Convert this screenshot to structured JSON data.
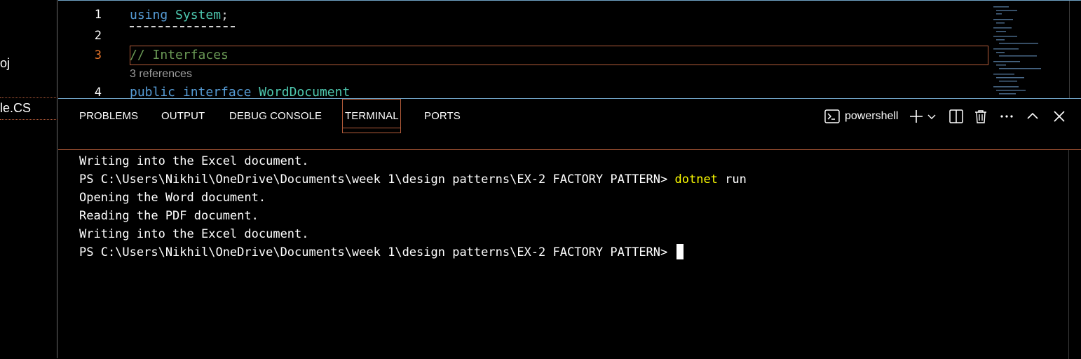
{
  "sidebar": {
    "items": [
      {
        "label": "oj"
      },
      {
        "label": "le.CS"
      }
    ]
  },
  "editor": {
    "line_numbers": [
      "1",
      "2",
      "3",
      "4"
    ],
    "line1": {
      "keyword": "using",
      "type": "System",
      "punct": ";"
    },
    "line3": {
      "comment": "// Interfaces"
    },
    "codelens": "3 references",
    "line4": {
      "kw1": "public",
      "kw2": "interface",
      "type": "WordDocument"
    }
  },
  "panel": {
    "tabs": [
      {
        "label": "PROBLEMS"
      },
      {
        "label": "OUTPUT"
      },
      {
        "label": "DEBUG CONSOLE"
      },
      {
        "label": "TERMINAL"
      },
      {
        "label": "PORTS"
      }
    ],
    "active_tab": "TERMINAL",
    "shell_name": "powershell",
    "toolbar": {
      "shell_icon": "terminal-powershell-icon",
      "add_icon": "plus-icon",
      "dropdown_icon": "chevron-down-icon",
      "split_icon": "split-terminal-icon",
      "trash_icon": "trash-icon",
      "more_icon": "ellipsis-icon",
      "maximize_icon": "chevron-up-icon",
      "close_icon": "close-icon"
    }
  },
  "terminal": {
    "lines": [
      {
        "text": "Writing into the Excel document."
      },
      {
        "prompt": "PS C:\\Users\\Nikhil\\OneDrive\\Documents\\week 1\\design patterns\\EX-2 FACTORY PATTERN> ",
        "command": "dotnet",
        "args": " run"
      },
      {
        "text": "Opening the Word document."
      },
      {
        "text": "Reading the PDF document."
      },
      {
        "text": "Writing into the Excel document."
      },
      {
        "prompt": "PS C:\\Users\\Nikhil\\OneDrive\\Documents\\week 1\\design patterns\\EX-2 FACTORY PATTERN>"
      }
    ]
  },
  "colors": {
    "accent_border": "#b45c3a",
    "focus_border": "#6fa1c4",
    "command_yellow": "#ffff00",
    "keyword_blue": "#569cd6",
    "type_teal": "#4ec9b0",
    "comment_green": "#6a9955",
    "active_line_number": "#e8752a"
  }
}
